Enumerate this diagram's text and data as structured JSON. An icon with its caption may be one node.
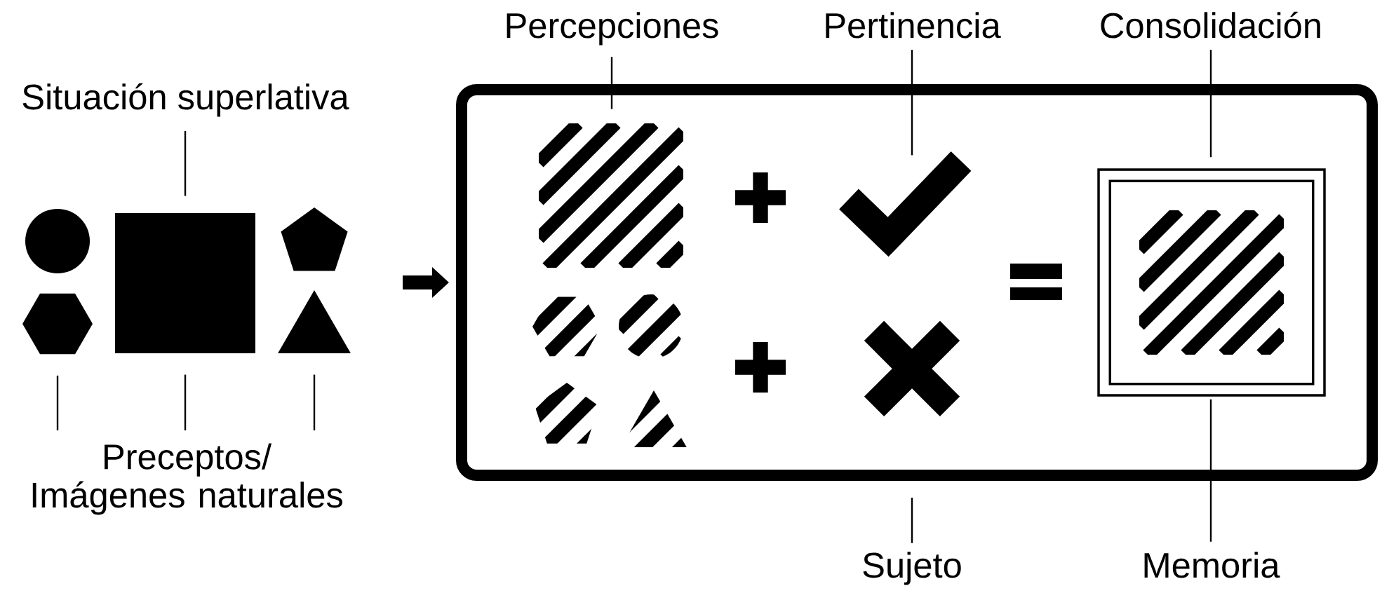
{
  "diagram": {
    "nodes": [
      {
        "text": [
          "Situación superlativa"
        ]
      },
      {
        "text": [],
        "shape": "circle"
      },
      {
        "text": [],
        "shape": "box"
      },
      {
        "text": [],
        "shape": "pentagon"
      },
      {
        "text": [],
        "shape": "hexagon"
      },
      {
        "text": [],
        "shape": "triangle"
      },
      {
        "text": [
          "Preceptos/ Imágenes naturales"
        ]
      },
      {
        "text": [],
        "shape": "box"
      },
      {
        "text": [
          "Percepciones"
        ]
      },
      {
        "text": [],
        "shape": "box",
        "in": 7
      },
      {
        "text": [
          "Pertinencia"
        ]
      },
      {
        "text": [],
        "shape": "check",
        "in": 7
      },
      {
        "text": [
          "Consolidación"
        ]
      },
      {
        "text": [],
        "shape": "hexagon",
        "in": 7
      },
      {
        "text": [],
        "shape": "circle",
        "in": 7
      },
      {
        "text": [],
        "shape": "pentagon",
        "in": 7
      },
      {
        "text": [],
        "shape": "triangle",
        "in": 7
      },
      {
        "text": [],
        "shape": "cross",
        "in": 7
      },
      {
        "text": [],
        "shape": "box",
        "in": 7
      },
      {
        "text": [],
        "shape": "box",
        "in": 18
      },
      {
        "text": [
          "Sujeto"
        ]
      },
      {
        "text": [
          "Memoria"
        ]
      }
    ],
    "edges": [
      {
        "from": 0,
        "to": 2,
        "arrow": "none"
      },
      {
        "from": 6,
        "to": 4,
        "arrow": "none"
      },
      {
        "from": 6,
        "to": 2,
        "arrow": "none"
      },
      {
        "from": 6,
        "to": 5,
        "arrow": "none"
      },
      {
        "from": 8,
        "to": 9,
        "arrow": "none"
      },
      {
        "from": 10,
        "to": 11,
        "arrow": "none"
      },
      {
        "from": 12,
        "to": 18,
        "arrow": "none"
      },
      {
        "from": 20,
        "to": 7,
        "arrow": "none"
      },
      {
        "from": 21,
        "to": 18,
        "arrow": "none"
      },
      {
        "from": null,
        "to": 7,
        "arrow": "to",
        "style": "thick"
      }
    ]
  }
}
